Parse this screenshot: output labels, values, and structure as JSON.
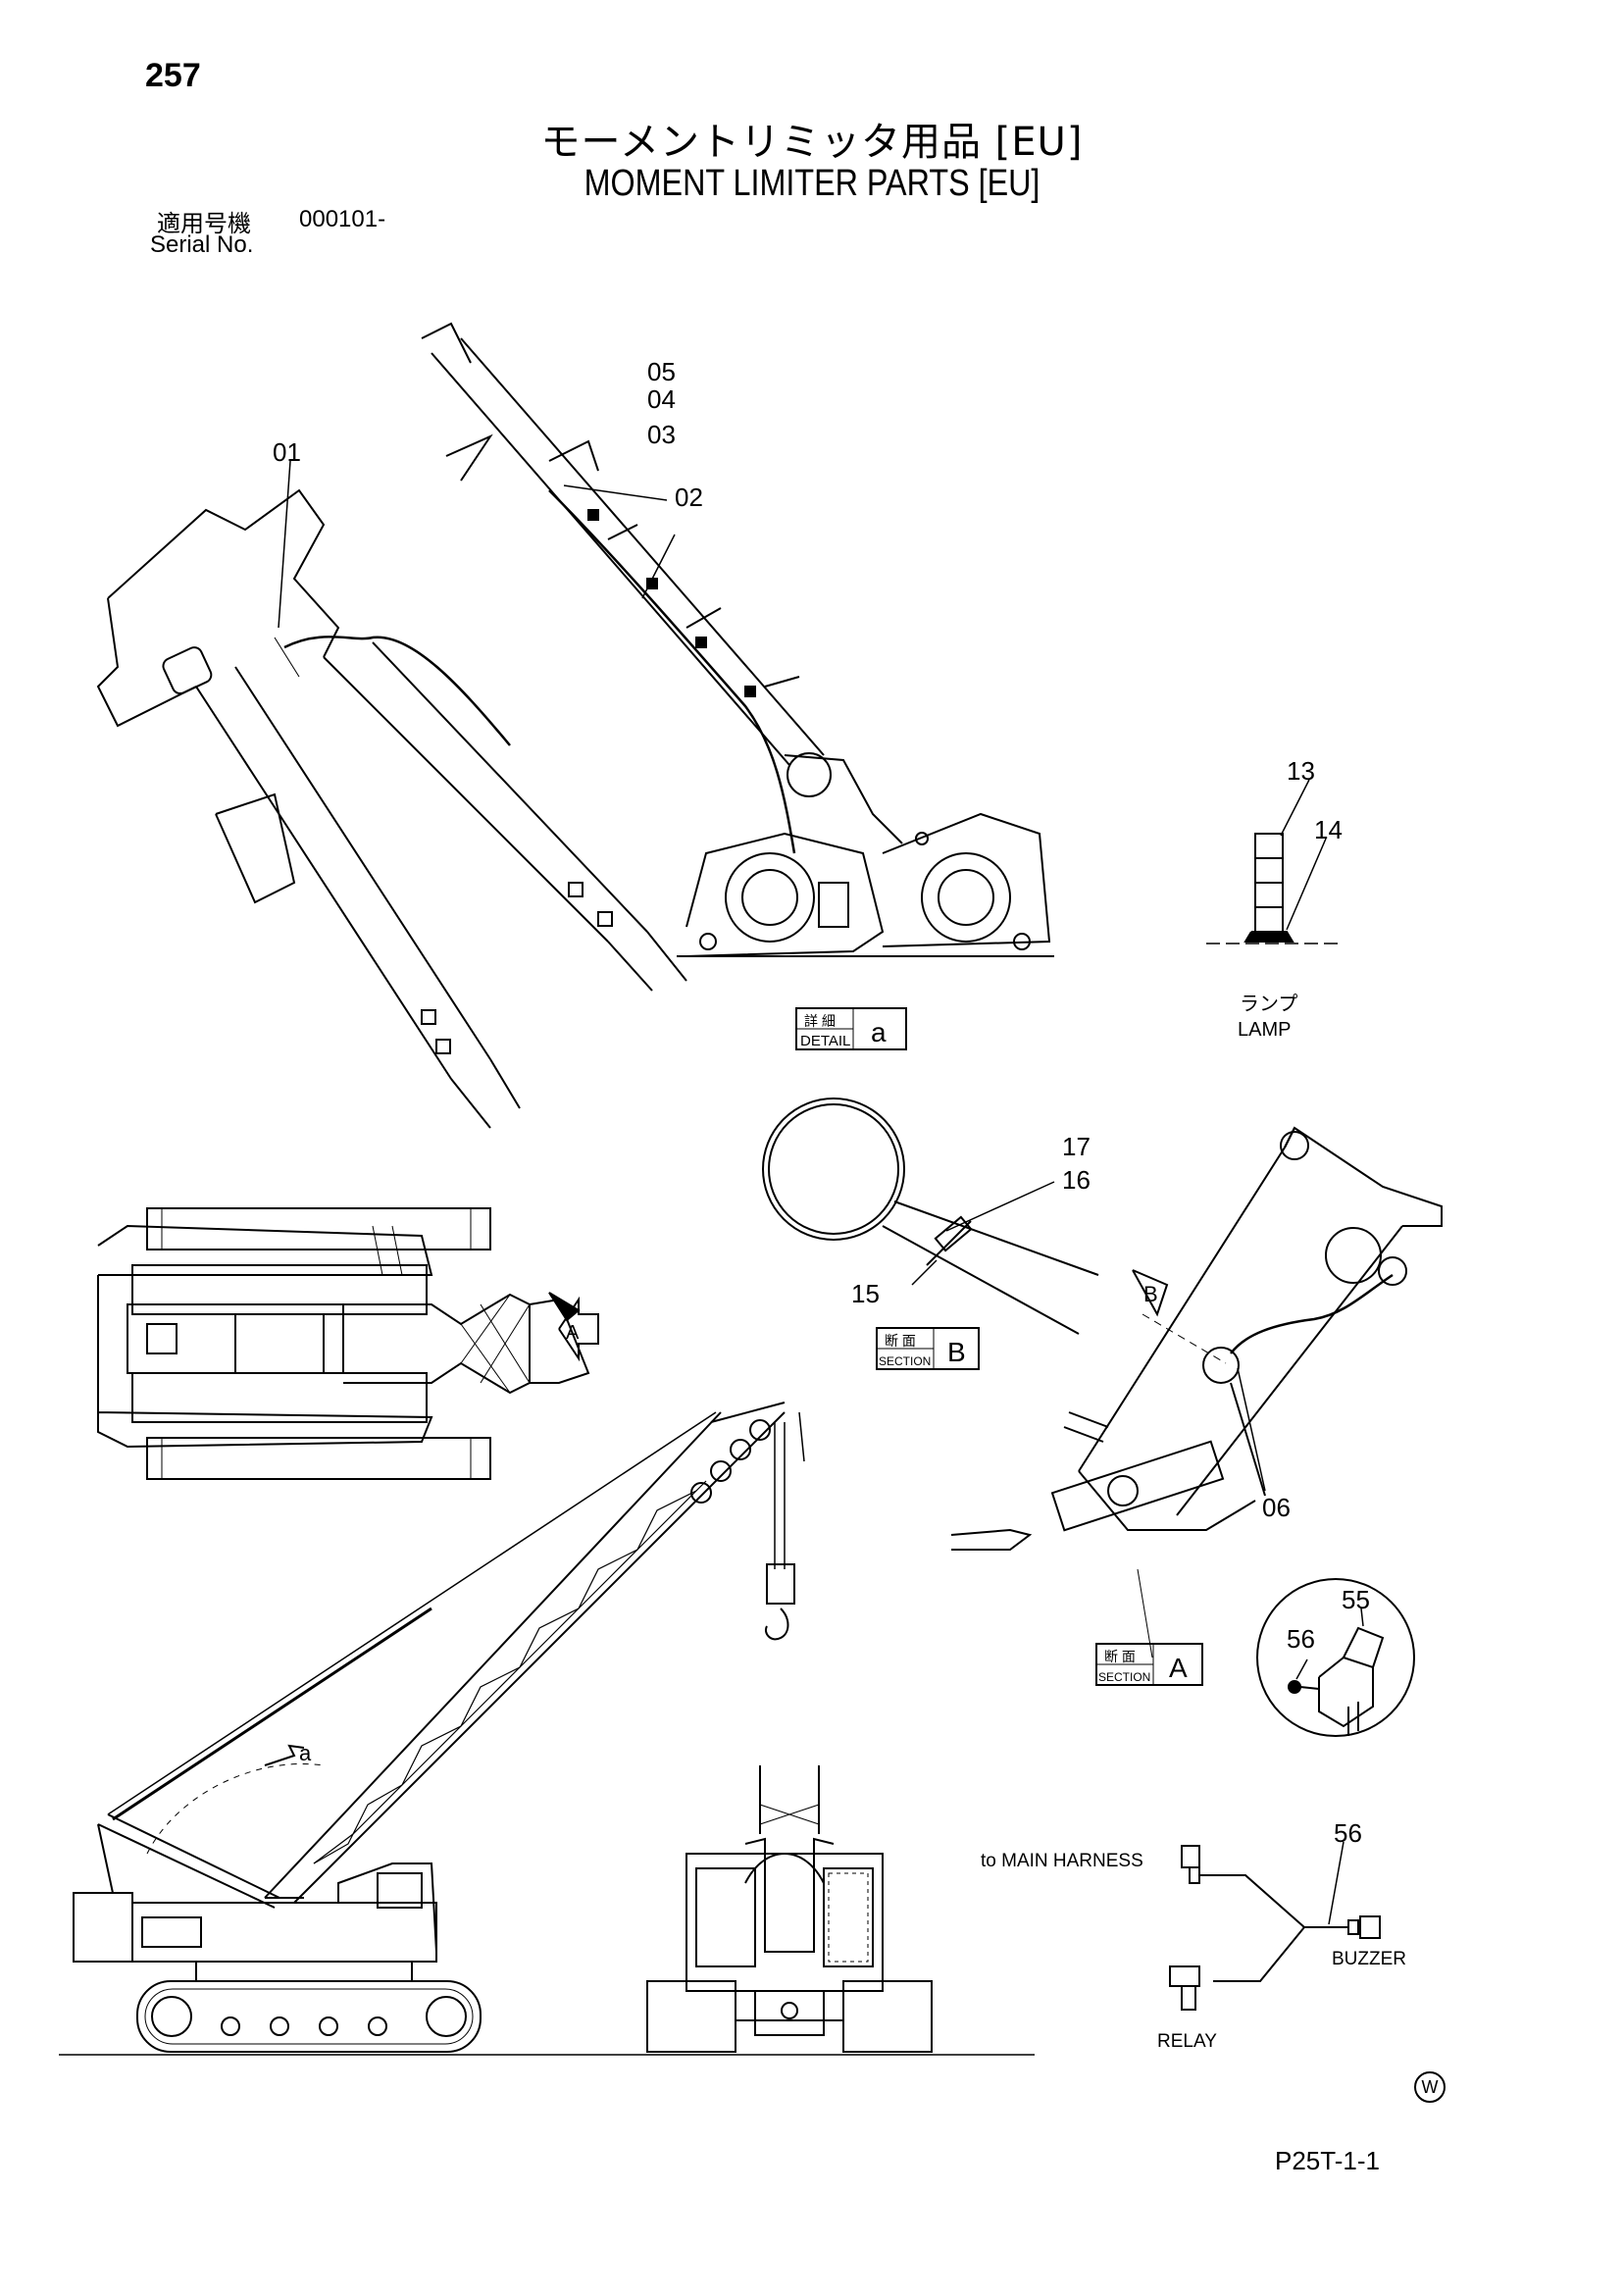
{
  "page": {
    "number": "257",
    "title_jp": "モーメントリミッタ用品 [EU]",
    "title_en": "MOMENT LIMITER PARTS [EU]",
    "serial_label_jp": "適用号機",
    "serial_value": "000101-",
    "serial_label_en": "Serial No.",
    "footer_code": "P25T-1-1",
    "watermark": "W"
  },
  "callouts": {
    "c01": "01",
    "c02": "02",
    "c03": "03",
    "c04": "04",
    "c05": "05",
    "c06": "06",
    "c13": "13",
    "c14": "14",
    "c15": "15",
    "c16": "16",
    "c17": "17",
    "c55": "55",
    "c56a": "56",
    "c56b": "56"
  },
  "labels": {
    "detail_jp": "詳 細",
    "detail_en": "DETAIL",
    "detail_letter": "a",
    "section_b_jp": "断 面",
    "section_b_en": "SECTION",
    "section_b_letter": "B",
    "section_a_jp": "断 面",
    "section_a_en": "SECTION",
    "section_a_letter": "A",
    "lamp_jp": "ランプ",
    "lamp_en": "LAMP",
    "to_main_harness": "to MAIN HARNESS",
    "buzzer": "BUZZER",
    "relay": "RELAY",
    "view_a": "A",
    "view_b": "B",
    "pointer_a": "a"
  }
}
